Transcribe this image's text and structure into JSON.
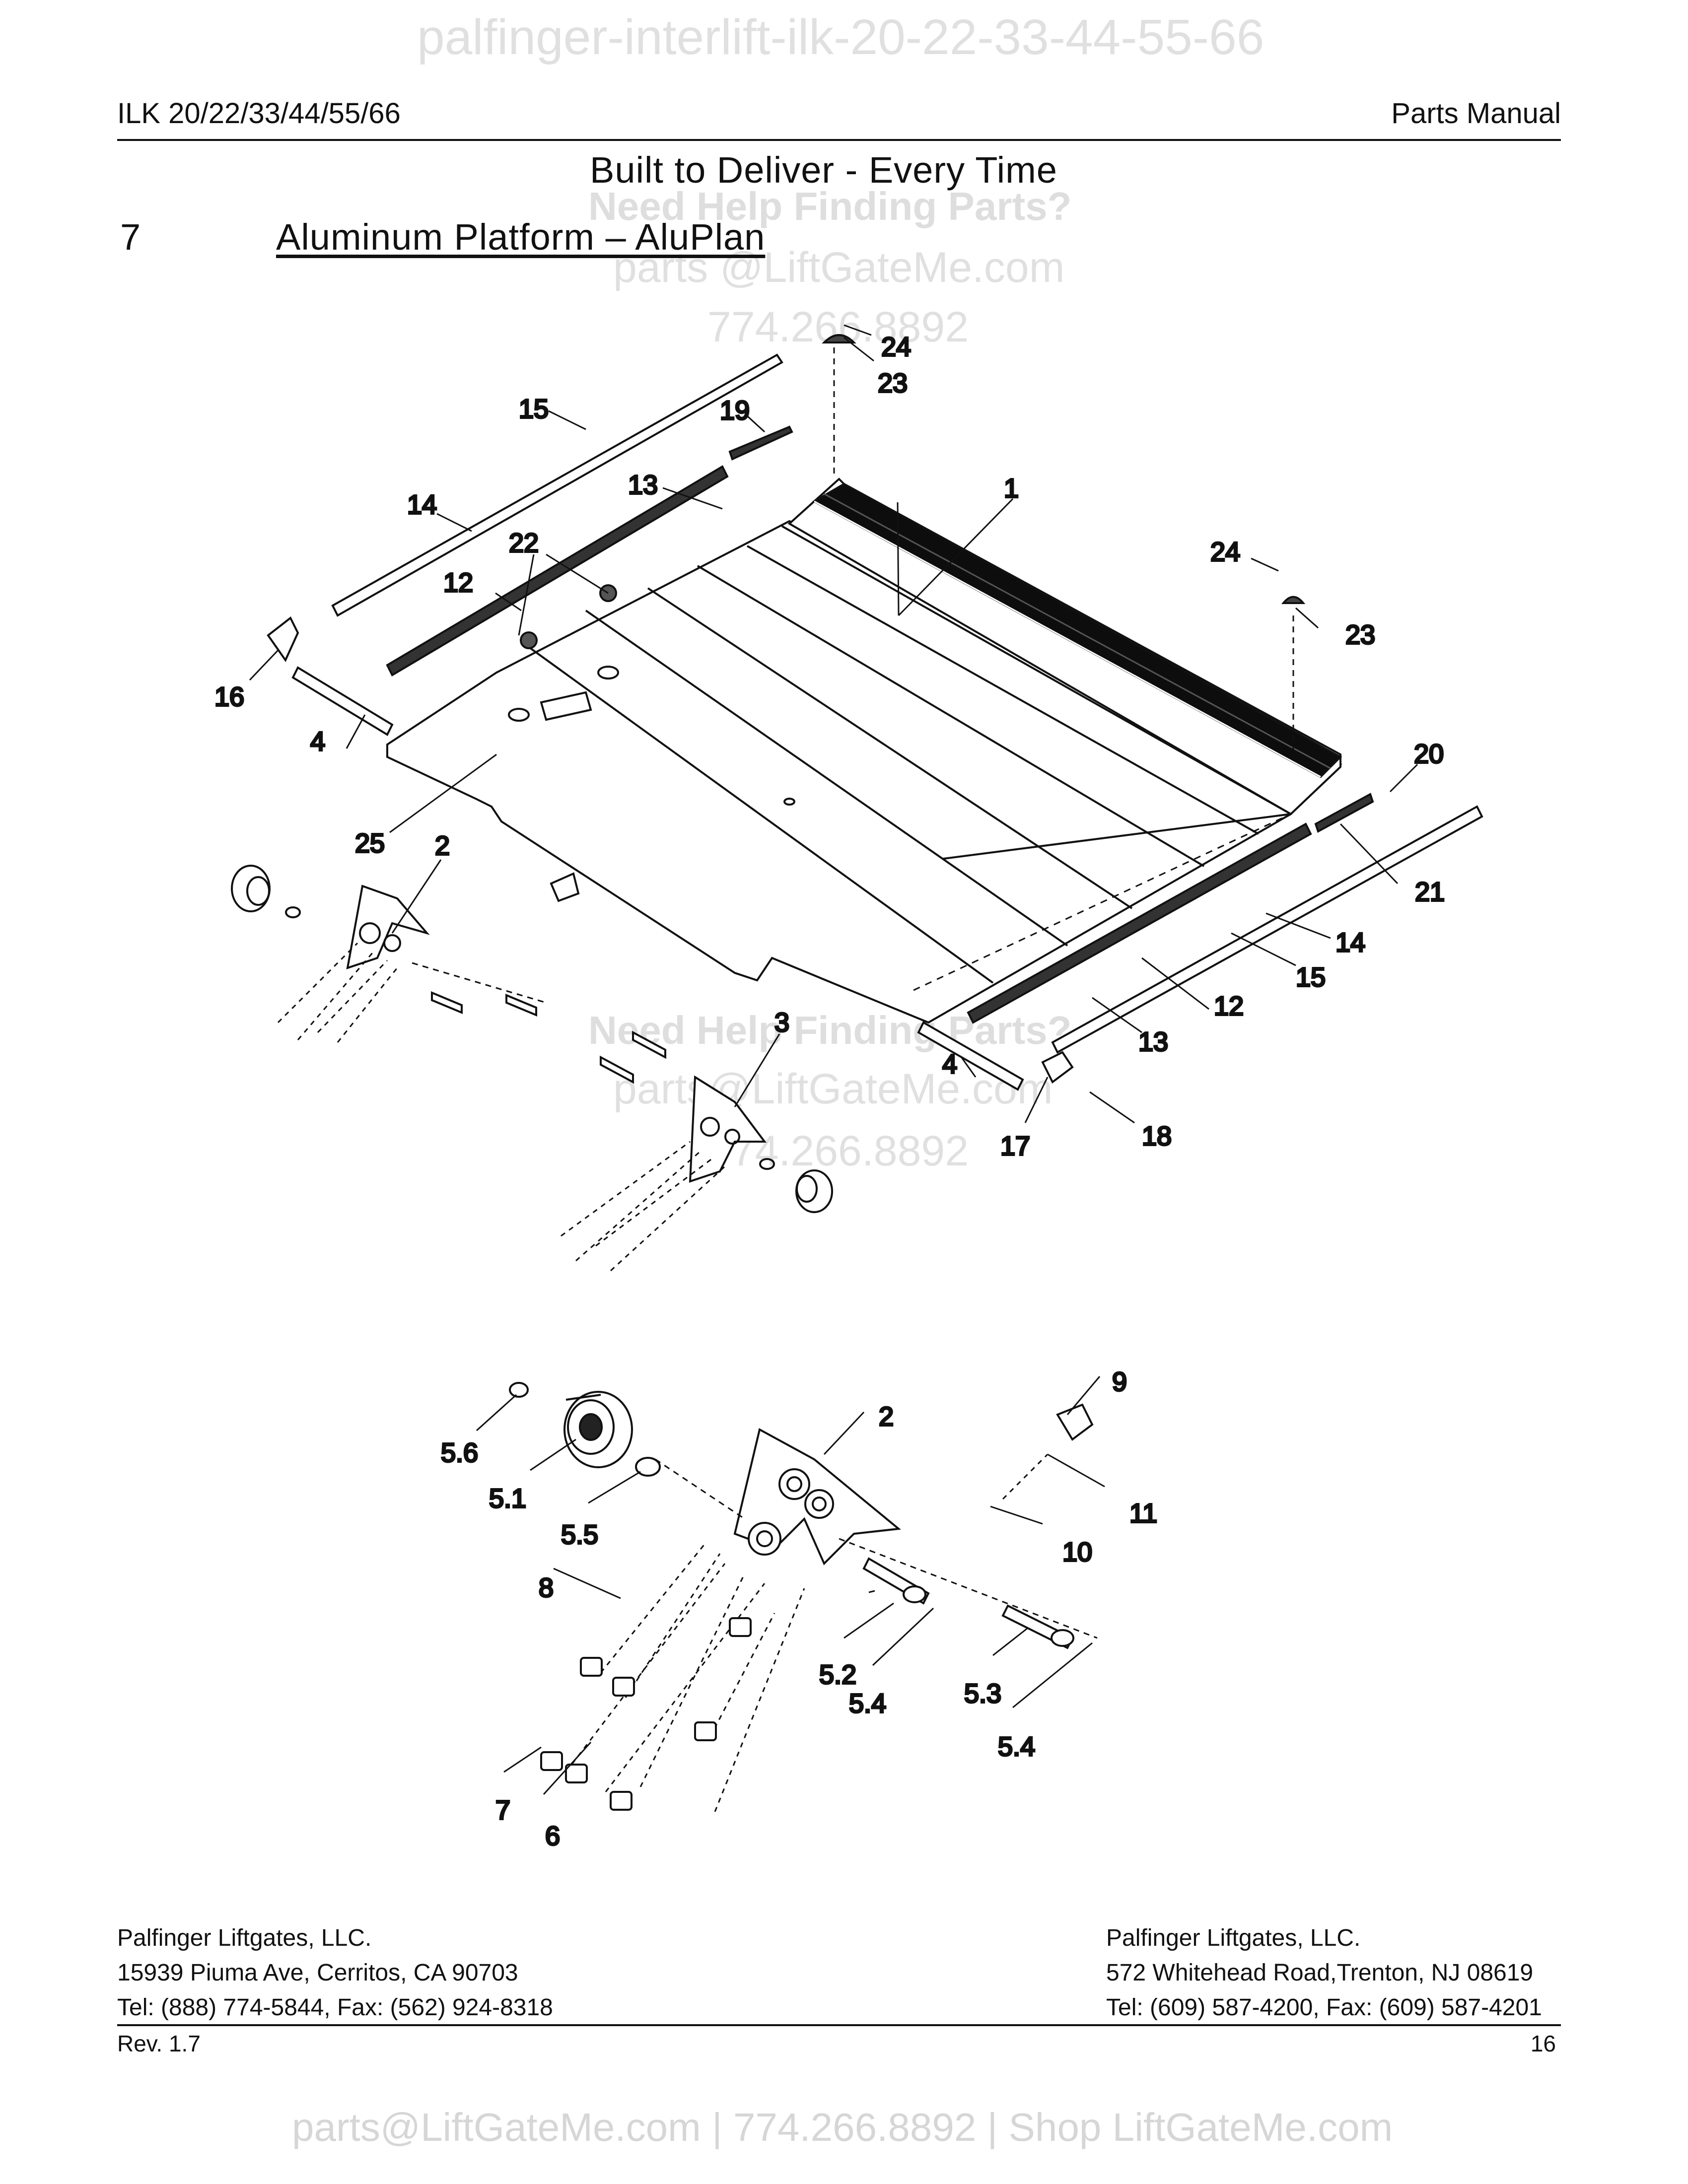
{
  "watermarks": {
    "top": "palfinger-interlift-ilk-20-22-33-44-55-66",
    "help_1": "Need Help Finding Parts?",
    "email_1": "parts @LiftGateMe.com",
    "phone_1": "774.266.8892",
    "help_2": "Need Help Finding Parts?",
    "email_2": "parts@LiftGateMe.com",
    "phone_2": "774.266.8892",
    "bottom": "parts@LiftGateMe.com | 774.266.8892 | Shop LiftGateMe.com"
  },
  "header": {
    "model": "ILK 20/22/33/44/55/66",
    "doc_type": "Parts Manual"
  },
  "tagline": "Built to Deliver - Every Time",
  "section": {
    "number": "7",
    "title": "Aluminum Platform – AluPlan"
  },
  "callouts": {
    "c1": "1",
    "c2a": "2",
    "c3": "3",
    "c4a": "4",
    "c4b": "4",
    "c12a": "12",
    "c12b": "12",
    "c13a": "13",
    "c13b": "13",
    "c14a": "14",
    "c14b": "14",
    "c15a": "15",
    "c15b": "15",
    "c16": "16",
    "c17": "17",
    "c18": "18",
    "c19": "19",
    "c20": "20",
    "c21": "21",
    "c22": "22",
    "c23a": "23",
    "c23b": "23",
    "c24a": "24",
    "c24b": "24",
    "c25": "25",
    "d2": "2",
    "d9": "9",
    "d11": "11",
    "d10": "10",
    "d5_6": "5.6",
    "d5_1": "5.1",
    "d5_5": "5.5",
    "d8": "8",
    "d5_2": "5.2",
    "d5_4a": "5.4",
    "d5_3": "5.3",
    "d5_4b": "5.4",
    "d7": "7",
    "d6": "6"
  },
  "footer": {
    "left": {
      "company": "Palfinger Liftgates, LLC.",
      "address": "15939 Piuma Ave, Cerritos, CA 90703",
      "contact": "Tel: (888) 774-5844, Fax: (562) 924-8318"
    },
    "right": {
      "company": "Palfinger Liftgates, LLC.",
      "address": "572 Whitehead Road,Trenton, NJ 08619",
      "contact": "Tel: (609) 587-4200, Fax: (609) 587-4201"
    },
    "revision": "Rev. 1.7",
    "page": "16"
  }
}
